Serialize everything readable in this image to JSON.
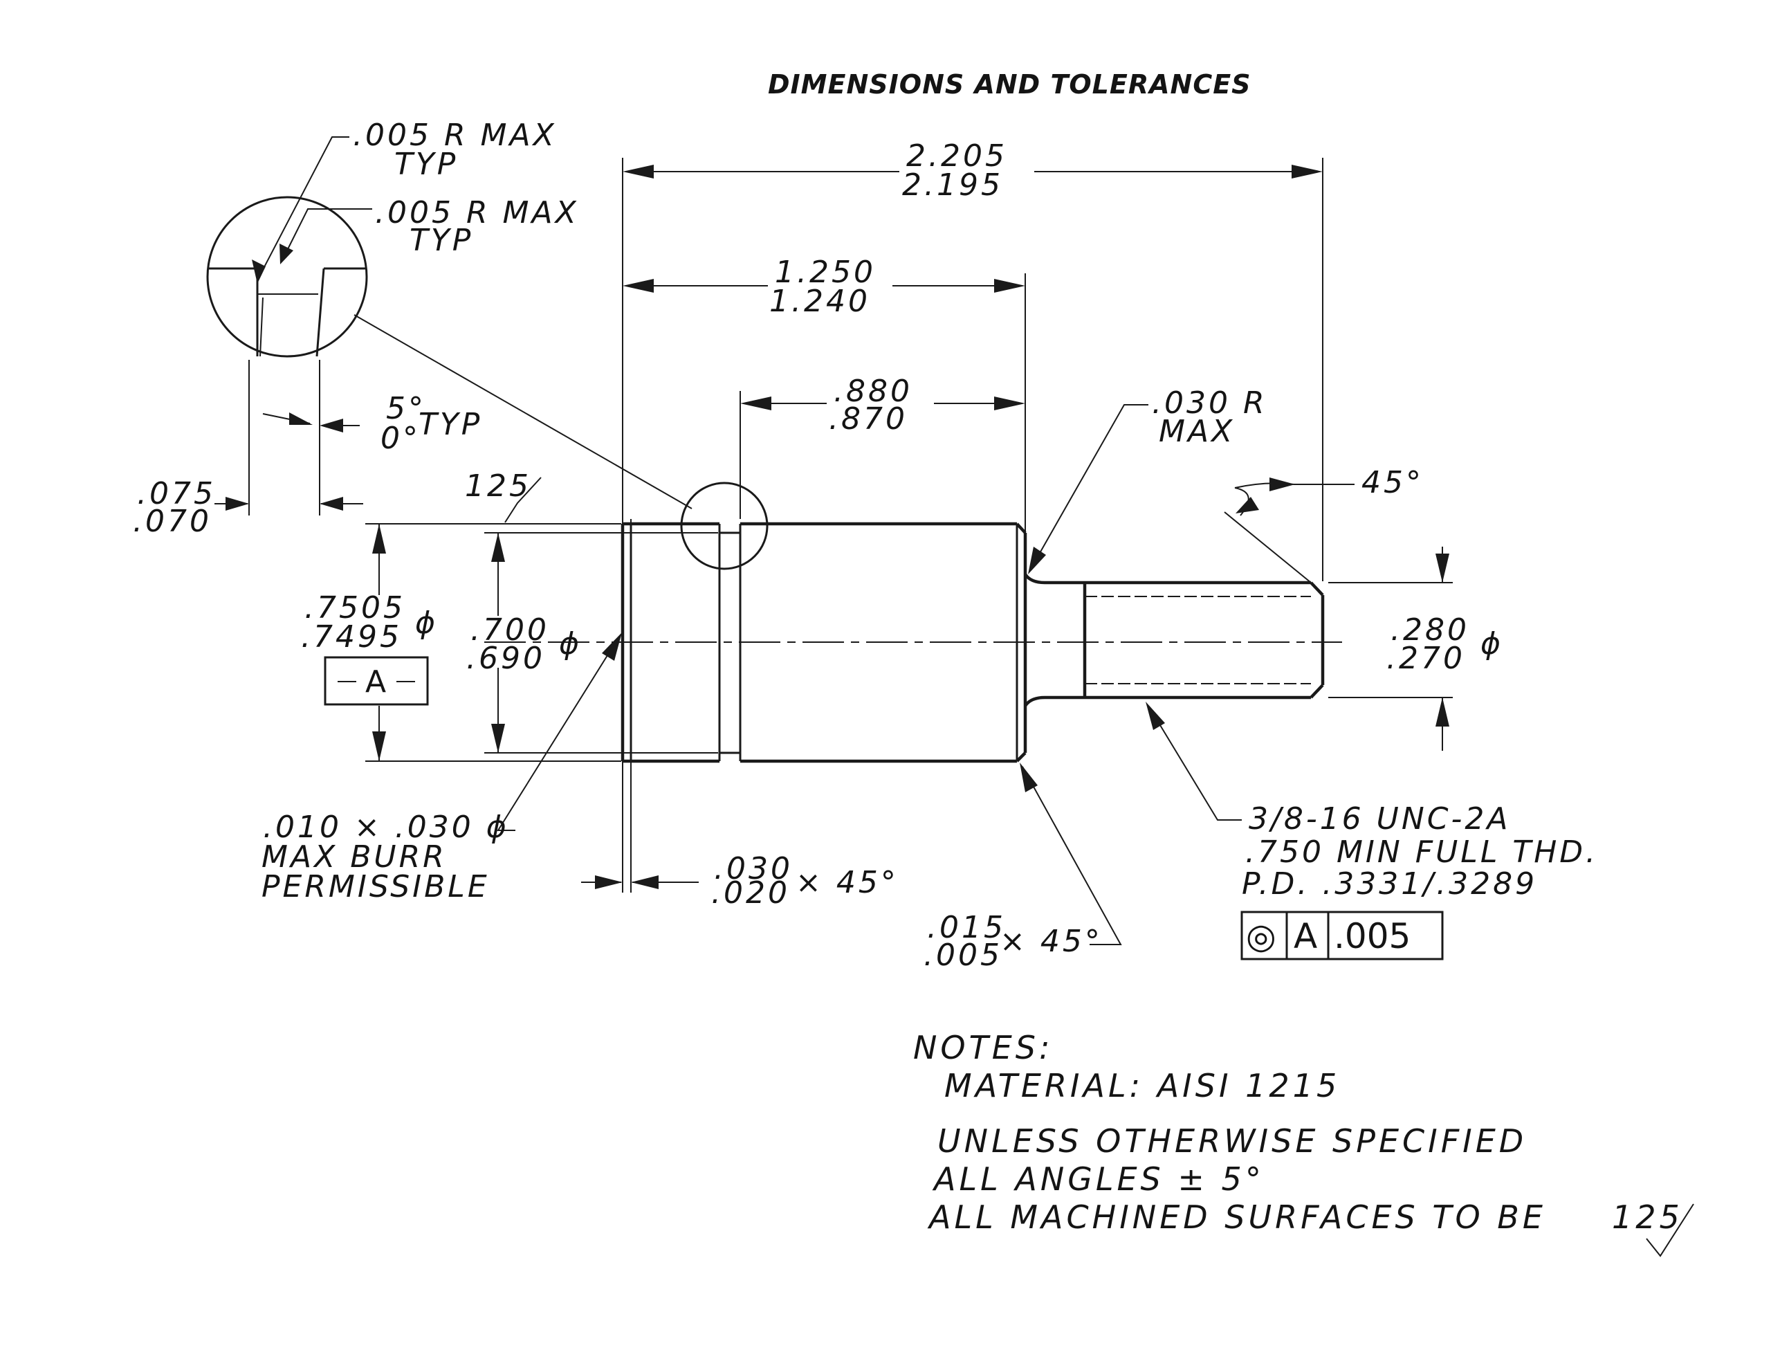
{
  "title": "DIMENSIONS AND TOLERANCES",
  "dims": {
    "overall_upper": "2.205",
    "overall_lower": "2.195",
    "body_len_upper": "1.250",
    "body_len_lower": "1.240",
    "shoulder_upper": ".880",
    "shoulder_lower": ".870",
    "radius_max": ".030 R",
    "radius_max_word": "MAX",
    "angle": "45°",
    "detail_r1": ".005 R MAX",
    "detail_r1_typ": "TYP",
    "detail_r2": ".005 R MAX",
    "detail_r2_typ": "TYP",
    "groove_angle_upper": "5°",
    "groove_angle_lower": "0°",
    "groove_angle_typ": "TYP",
    "groove_w_upper": ".075",
    "groove_w_lower": ".070",
    "finish": "125",
    "dia_major_upper": ".7505",
    "dia_major_lower": ".7495",
    "dia_symbol": "ϕ",
    "datum": "A",
    "dia_groove_upper": ".700",
    "dia_groove_lower": ".690",
    "dia_thread_upper": ".280",
    "dia_thread_lower": ".270",
    "burr_line1": ".010 × .030 ϕ",
    "burr_line2": "MAX BURR",
    "burr_line3": "PERMISSIBLE",
    "chamfer1_upper": ".030",
    "chamfer1_lower": ".020",
    "chamfer1_angle": "× 45°",
    "chamfer2_upper": ".015",
    "chamfer2_lower": ".005",
    "chamfer2_angle": "× 45°",
    "thread_line1": "3/8-16 UNC-2A",
    "thread_line2": ".750 MIN FULL THD.",
    "thread_line3": "P.D. .3331/.3289",
    "fcf_symbol": "◎",
    "fcf_datum": "A",
    "fcf_tol": ".005"
  },
  "notes": {
    "heading": "NOTES:",
    "material": "MATERIAL: AISI 1215",
    "line1": "UNLESS OTHERWISE SPECIFIED",
    "line2": "ALL ANGLES ± 5°",
    "line3": "ALL MACHINED SURFACES TO BE",
    "finish": "125"
  }
}
